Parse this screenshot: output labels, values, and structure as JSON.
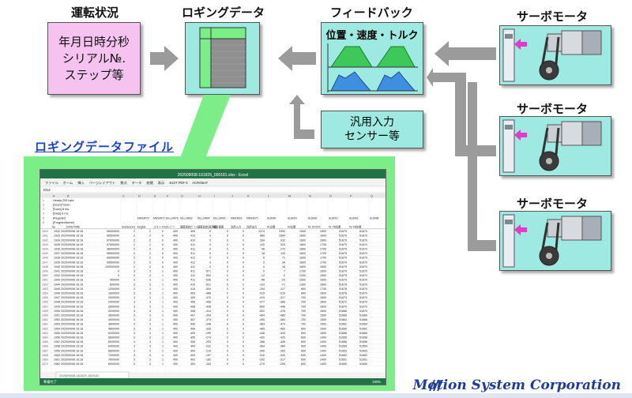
{
  "labels": {
    "status_title": "運転状況",
    "logging_title": "ロギングデータ",
    "feedback_title": "フィードバック",
    "motor_title": "サーボモータ",
    "file_title": "ロギングデータファイル"
  },
  "status_lines": [
    "年月日時分秒",
    "シリアル№.",
    "ステップ等"
  ],
  "feedback_text": "位置・速度・トルク",
  "sensor_lines": [
    "汎用入力",
    "センサー等"
  ],
  "company": "Motion System Corporation",
  "colors": {
    "pink": "#f6c3f0",
    "cyan": "#9ee9e1",
    "green": "#7cee88",
    "arrow": "#9b9b9b",
    "blue_text": "#1a44c8",
    "magenta_arrow": "#e33ac8"
  },
  "spreadsheet": {
    "title_bar": "202509008-161825_000181.xlsx - Excel",
    "ribbon_tabs": [
      "ファイル",
      "ホーム",
      "挿入",
      "ページレイアウト",
      "数式",
      "データ",
      "校閲",
      "表示",
      "JUST PDF 6",
      "ACROBAT"
    ],
    "cell_ref": "M12",
    "header_cells": [
      "Heads",
      "255",
      "byte"
    ],
    "meta_rows": [
      "[Scan]=Scan",
      "[Scan]    8 ms",
      "[Data]    8 ms",
      "[Register]",
      "[ProgramName]"
    ],
    "register_header": [
      "MM14970",
      "MM14972",
      "MLL14976",
      "MLL14802",
      "MLL14804",
      "MLL14902",
      "MM14902",
      "MM14971",
      "SL8040",
      "SL80C0",
      "SL8042",
      "SL80C2",
      "SL8016",
      "SL8096"
    ],
    "column_header": [
      "No",
      "DATE/TIME",
      "SubSecond",
      "DegMs",
      "コマンド№",
      "ｽﾃｯﾌﾟ①",
      "速度設定(ｹﾞｲﾝ)",
      "速度設定(実測値)",
      "指令速度",
      "汎用入力",
      "汎用出力",
      "#1位置",
      "#2位置",
      "#1 STOCK",
      "#1 FB位置",
      "#2 FB位置"
    ],
    "sheet_tab": "202509008-161825_000181",
    "status_left": "準備完了",
    "zoom": "100%",
    "rows": [
      [
        "1840",
        "1932 2025/09/08 16:18",
        "96000000",
        "2",
        "2",
        "0",
        "400",
        "409",
        "0",
        "0",
        "0",
        "1374",
        "2492",
        "1500",
        "1500",
        "51679",
        "51670"
      ],
      [
        "1841",
        "1933 2025/09/08 16:18",
        "96500000",
        "2",
        "2",
        "0",
        "400",
        "410",
        "0",
        "0",
        "0",
        "889",
        "1564",
        "1600",
        "1600",
        "51679",
        "51670"
      ],
      [
        "1842",
        "1934 2025/09/08 16:18",
        "97000000",
        "2",
        "2",
        "0",
        "400",
        "410",
        "0",
        "0",
        "0",
        "284",
        "932",
        "1600",
        "1600",
        "51679",
        "51670"
      ],
      [
        "1843",
        "1935 2025/09/08 16:18",
        "97500000",
        "2",
        "2",
        "0",
        "400",
        "411",
        "0",
        "0",
        "0",
        "120",
        "523",
        "1600",
        "1700",
        "51679",
        "51670"
      ],
      [
        "1844",
        "1936 2025/09/08 16:18",
        "98000000",
        "2",
        "2",
        "0",
        "400",
        "411",
        "0",
        "0",
        "0",
        "46",
        "279",
        "1600",
        "1700",
        "51679",
        "51670"
      ],
      [
        "1845",
        "1937 2025/09/08 16:18",
        "98500000",
        "2",
        "2",
        "0",
        "400",
        "411",
        "0",
        "0",
        "0",
        "18",
        "143",
        "1600",
        "1700",
        "51679",
        "51670"
      ],
      [
        "1846",
        "1938 2025/09/08 16:18",
        "99000000",
        "2",
        "2",
        "0",
        "400",
        "412",
        "0",
        "0",
        "0",
        "6",
        "71",
        "1600",
        "1700",
        "51679",
        "51670"
      ],
      [
        "1847",
        "1939 2025/09/08 16:18",
        "99500000",
        "2",
        "2",
        "0",
        "400",
        "412",
        "0",
        "0",
        "0",
        "2",
        "34",
        "1600",
        "1700",
        "51679",
        "51670"
      ],
      [
        "1848",
        "1940 2025/09/08 16:18",
        "100000000",
        "2",
        "2",
        "0",
        "400",
        "412",
        "0",
        "0",
        "0",
        "0",
        "16",
        "1600",
        "1600",
        "51679",
        "51670"
      ],
      [
        "1849",
        "1941 2025/09/08 16:18",
        "0",
        "3",
        "3",
        "1",
        "400",
        "411",
        "-571",
        "0",
        "0",
        "0",
        "7",
        "1700",
        "1600",
        "51679",
        "51670"
      ],
      [
        "1850",
        "1942 2025/09/08 16:18",
        "0",
        "3",
        "3",
        "1",
        "400",
        "411",
        "-554",
        "0",
        "0",
        "-12",
        "-2",
        "1200",
        "1500",
        "51679",
        "51670"
      ],
      [
        "1851",
        "1943 2025/09/08 16:18",
        "400000",
        "3",
        "3",
        "1",
        "400",
        "411",
        "-536",
        "0",
        "0",
        "-48",
        "-23",
        "1500",
        "1500",
        "51679",
        "51670"
      ],
      [
        "1852",
        "1944 2025/09/08 16:18",
        "800000",
        "3",
        "3",
        "1",
        "400",
        "410",
        "-521",
        "0",
        "0",
        "-103",
        "-71",
        "1300",
        "1600",
        "51678",
        "51670"
      ],
      [
        "1853",
        "1945 2025/09/08 16:18",
        "1200000",
        "3",
        "3",
        "1",
        "400",
        "410",
        "-504",
        "0",
        "0",
        "-194",
        "-127",
        "800",
        "1700",
        "51678",
        "51670"
      ],
      [
        "1854",
        "1946 2025/09/08 16:18",
        "1600000",
        "3",
        "3",
        "1",
        "400",
        "409",
        "-488",
        "0",
        "0",
        "-315",
        "-216",
        "800",
        "1600",
        "51676",
        "51670"
      ],
      [
        "1855",
        "1947 2025/09/08 16:18",
        "2000000",
        "3",
        "3",
        "1",
        "400",
        "409",
        "-470",
        "0",
        "0",
        "-419",
        "-317",
        "700",
        "1600",
        "51674",
        "51670"
      ],
      [
        "1856",
        "1948 2025/09/08 16:18",
        "2400000",
        "3",
        "3",
        "1",
        "400",
        "408",
        "-455",
        "0",
        "0",
        "-477",
        "-386",
        "700",
        "1600",
        "51672",
        "51670"
      ],
      [
        "1857",
        "1949 2025/09/08 16:18",
        "2800000",
        "3",
        "3",
        "1",
        "400",
        "408",
        "-438",
        "0",
        "0",
        "-500",
        "-448",
        "700",
        "1600",
        "51670",
        "51670"
      ],
      [
        "1858",
        "1950 2025/09/08 16:18",
        "3200000",
        "3",
        "3",
        "1",
        "400",
        "408",
        "-414",
        "0",
        "0",
        "-502",
        "-476",
        "700",
        "1600",
        "51668",
        "51670"
      ],
      [
        "1859",
        "1951 2025/09/08 16:18",
        "3600000",
        "3",
        "3",
        "1",
        "400",
        "407",
        "-394",
        "0",
        "0",
        "-494",
        "-485",
        "700",
        "1500",
        "51666",
        "51669"
      ],
      [
        "1860",
        "1952 2025/09/08 16:18",
        "4000000",
        "3",
        "3",
        "1",
        "400",
        "407",
        "-374",
        "0",
        "0",
        "-490",
        "-484",
        "700",
        "1500",
        "51664",
        "51666"
      ],
      [
        "1861",
        "1953 2025/09/08 16:18",
        "4400000",
        "3",
        "3",
        "1",
        "400",
        "406",
        "-348",
        "0",
        "0",
        "-483",
        "-474",
        "700",
        "1500",
        "51662",
        "51664"
      ],
      [
        "1862",
        "1954 2025/09/08 16:18",
        "4800000",
        "3",
        "3",
        "1",
        "400",
        "406",
        "-326",
        "0",
        "0",
        "-465",
        "-460",
        "600",
        "1500",
        "51660",
        "51662"
      ],
      [
        "1863",
        "1955 2025/09/08 16:18",
        "5200000",
        "3",
        "3",
        "1",
        "400",
        "405",
        "-299",
        "0",
        "0",
        "-446",
        "-443",
        "600",
        "1500",
        "51658",
        "51660"
      ],
      [
        "1864",
        "1956 2025/09/08 16:18",
        "5600000",
        "3",
        "3",
        "1",
        "400",
        "405",
        "-274",
        "0",
        "0",
        "-426",
        "-425",
        "600",
        "1400",
        "51656",
        "51658"
      ],
      [
        "1865",
        "1957 2025/09/08 16:18",
        "6000000",
        "3",
        "3",
        "1",
        "400",
        "405",
        "-253",
        "0",
        "0",
        "-386",
        "-406",
        "600",
        "1400",
        "51656",
        "51656"
      ],
      [
        "1866",
        "1958 2025/09/08 16:18",
        "6400000",
        "3",
        "3",
        "1",
        "400",
        "404",
        "-232",
        "0",
        "0",
        "-364",
        "-384",
        "600",
        "1400",
        "51654",
        "51654"
      ],
      [
        "1867",
        "1959 2025/09/08 16:18",
        "6800000",
        "3",
        "3",
        "1",
        "400",
        "404",
        "-216",
        "0",
        "0",
        "-340",
        "-363",
        "600",
        "1400",
        "51653",
        "51653"
      ],
      [
        "1868",
        "1960 2025/09/08 16:18",
        "7200000",
        "3",
        "3",
        "1",
        "400",
        "403",
        "-197",
        "0",
        "0",
        "-316",
        "-340",
        "600",
        "1400",
        "51652",
        "51652"
      ],
      [
        "1869",
        "1961 2025/09/08 16:18",
        "7600000",
        "3",
        "3",
        "1",
        "400",
        "403",
        "-182",
        "0",
        "0",
        "-292",
        "-317",
        "600",
        "1400",
        "51651",
        "51651"
      ],
      [
        "1870",
        "1962 2025/09/08 16:18",
        "8000000",
        "3",
        "3",
        "1",
        "400",
        "403",
        "-163",
        "0",
        "0",
        "-270",
        "-294",
        "600",
        "1400",
        "51650",
        "51650"
      ]
    ]
  }
}
